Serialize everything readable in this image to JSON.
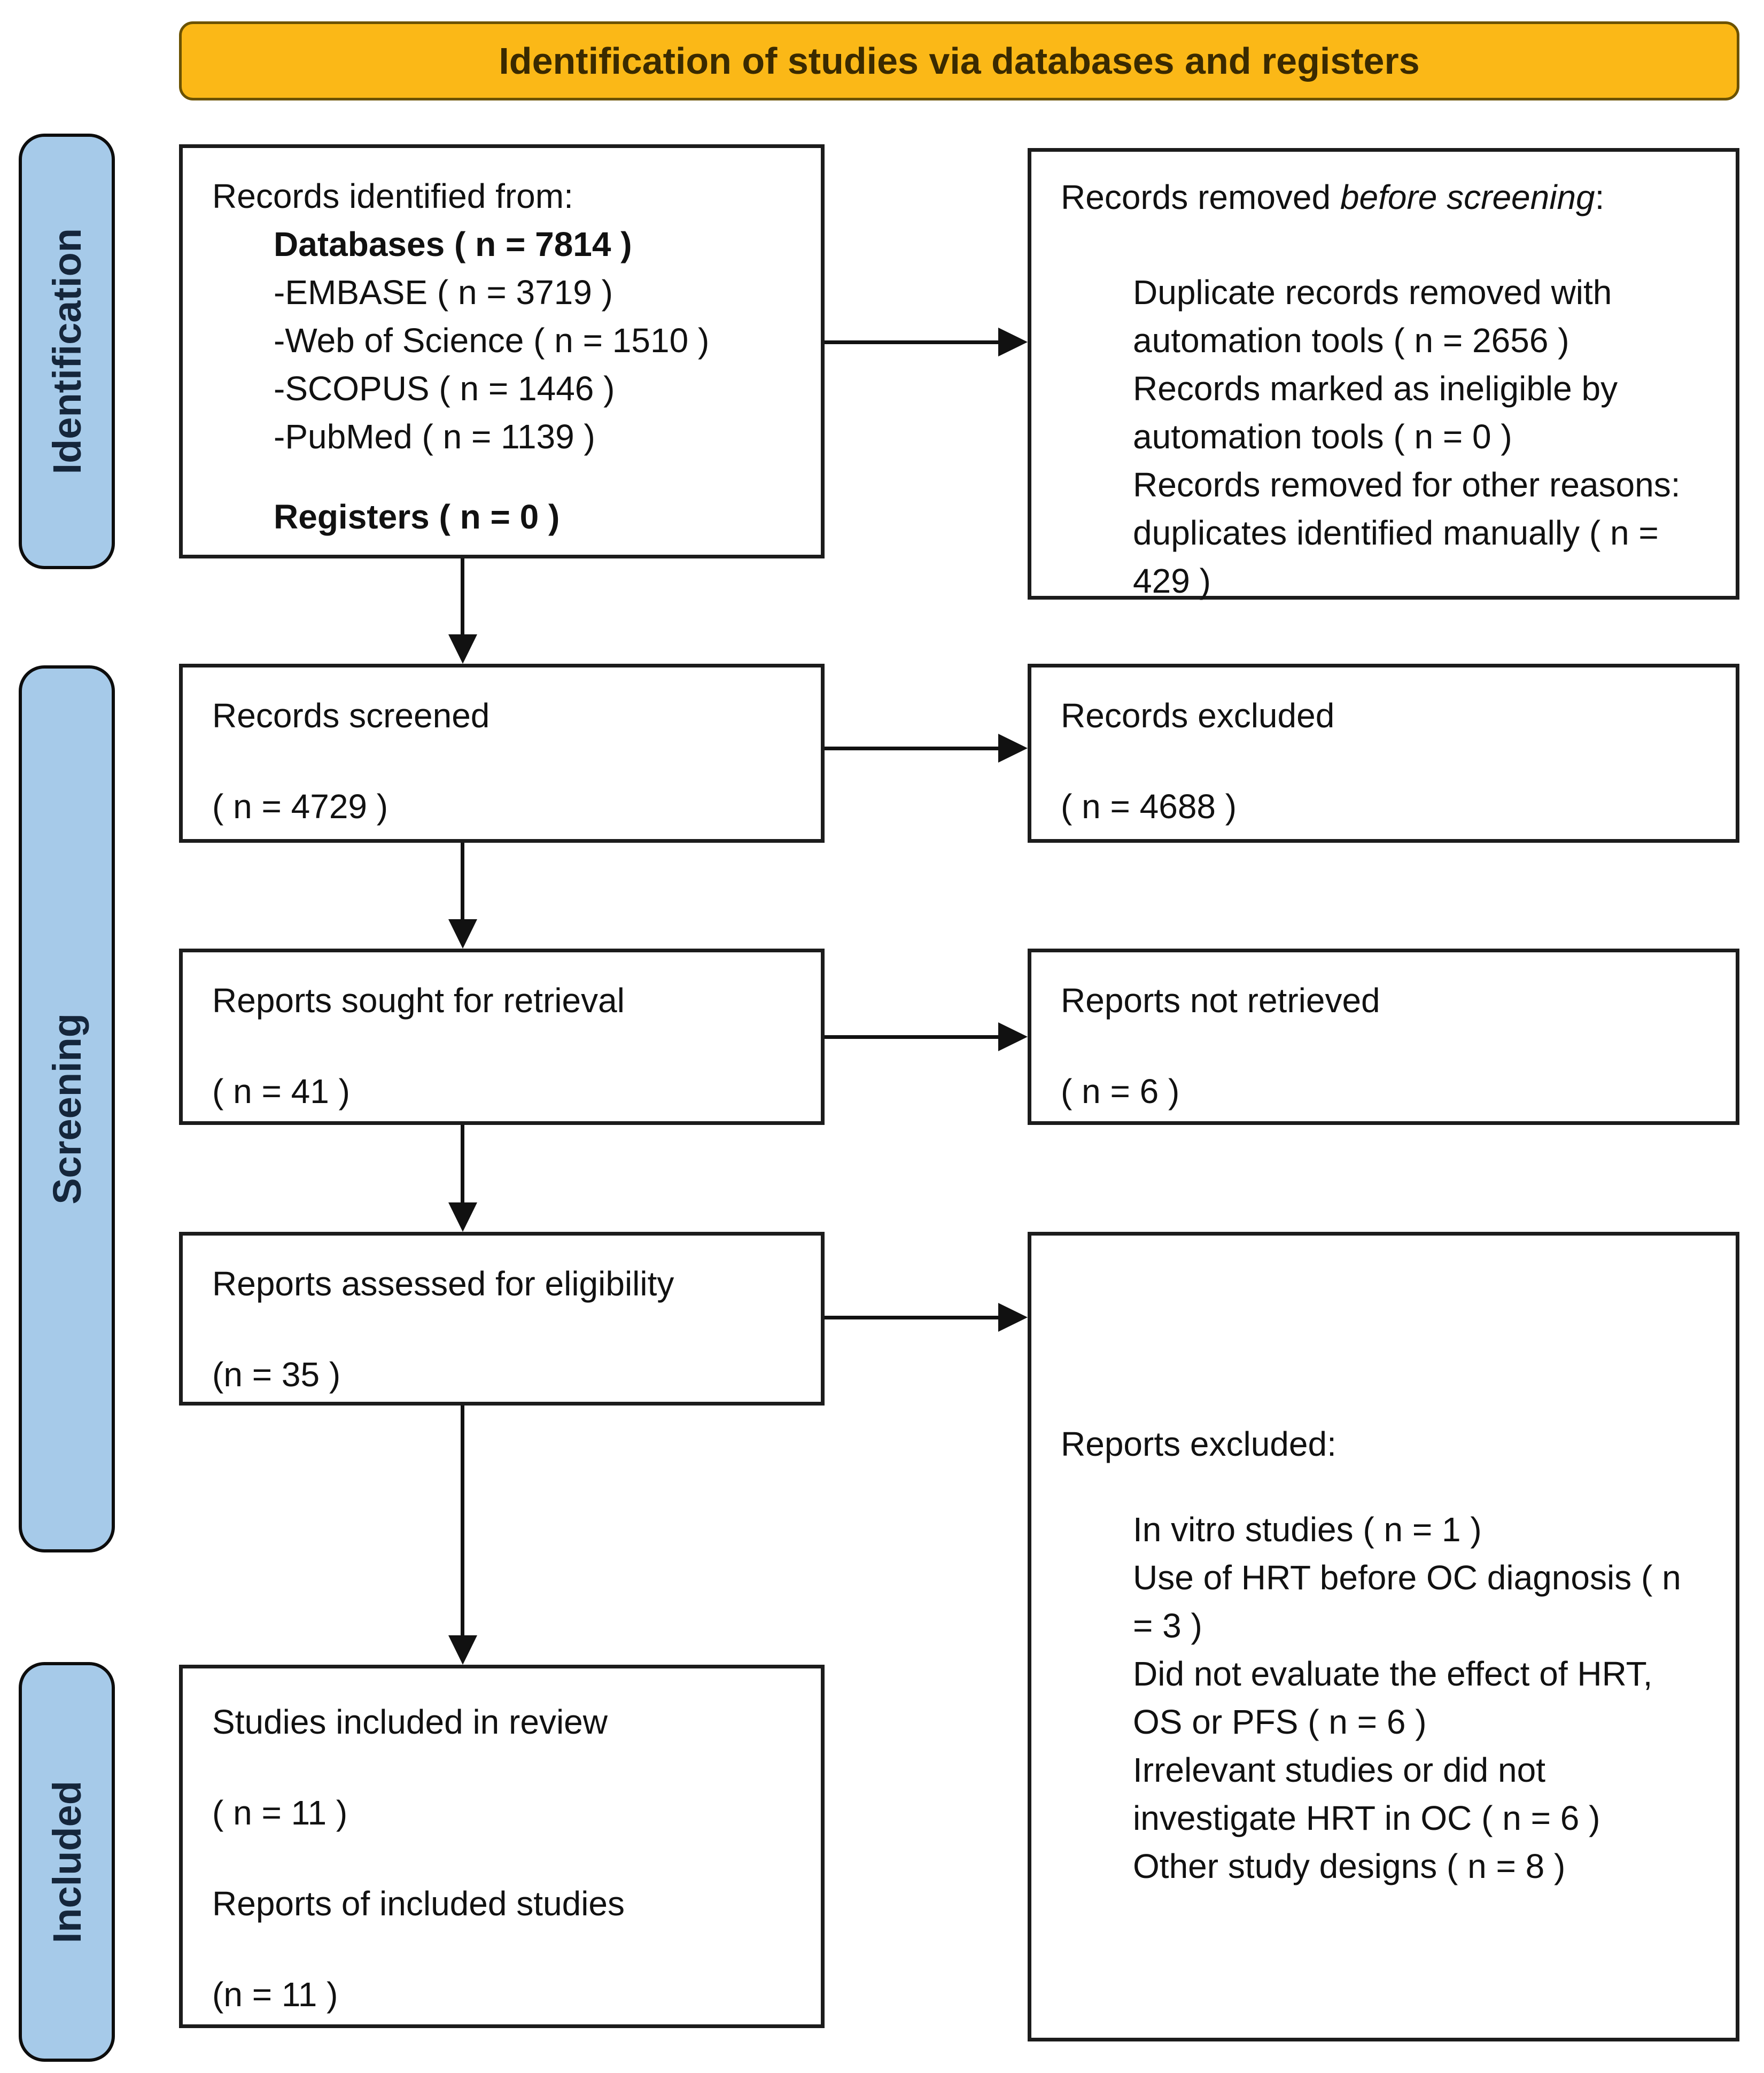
{
  "colors": {
    "banner_bg": "#FBB817",
    "banner_text": "#3A2A00",
    "stage_bg": "#A6CAE9",
    "stage_text": "#15263B",
    "box_border": "#1C1C1C",
    "text": "#111111",
    "arrow": "#111111",
    "background": "#FFFFFF"
  },
  "banner": {
    "title": "Identification of studies via databases and registers"
  },
  "stages": {
    "identification": "Identification",
    "screening": "Screening",
    "included": "Included"
  },
  "boxes": {
    "records_identified": {
      "intro": "Records identified from:",
      "databases": "Databases ( n = 7814 )",
      "sources": [
        "-EMBASE ( n = 3719 )",
        "-Web of Science ( n = 1510 )",
        "-SCOPUS ( n = 1446 )",
        "-PubMed ( n = 1139 )"
      ],
      "registers": "Registers ( n = 0 )"
    },
    "records_removed": {
      "title_prefix": "Records removed ",
      "title_italic": "before screening",
      "title_suffix": ":",
      "items": [
        "Duplicate records removed with automation tools ( n = 2656 )",
        "Records marked as ineligible by automation tools ( n = 0 )",
        "Records removed for other reasons: duplicates identified manually ( n = 429 )"
      ]
    },
    "records_screened": {
      "label": "Records screened",
      "count": "( n = 4729 )"
    },
    "records_excluded": {
      "label": "Records excluded",
      "count": "( n = 4688 )"
    },
    "reports_sought": {
      "label": "Reports sought for retrieval",
      "count": "( n = 41 )"
    },
    "reports_not_retrieved": {
      "label": "Reports not retrieved",
      "count": "( n = 6 )"
    },
    "reports_assessed": {
      "label": "Reports assessed for eligibility",
      "count": "(n = 35 )"
    },
    "reports_excluded": {
      "title": "Reports excluded:",
      "items": [
        "In vitro studies ( n = 1 )",
        "Use of HRT before OC diagnosis ( n = 3 )",
        "Did not evaluate the effect of HRT, OS or PFS  ( n = 6 )",
        "Irrelevant studies or did not investigate HRT in OC ( n = 6 )",
        "Other study designs ( n = 8 )"
      ]
    },
    "studies_included": {
      "line1": "Studies included in review",
      "count1": "( n = 11 )",
      "line2": "Reports of included studies",
      "count2": "(n = 11 )"
    }
  }
}
